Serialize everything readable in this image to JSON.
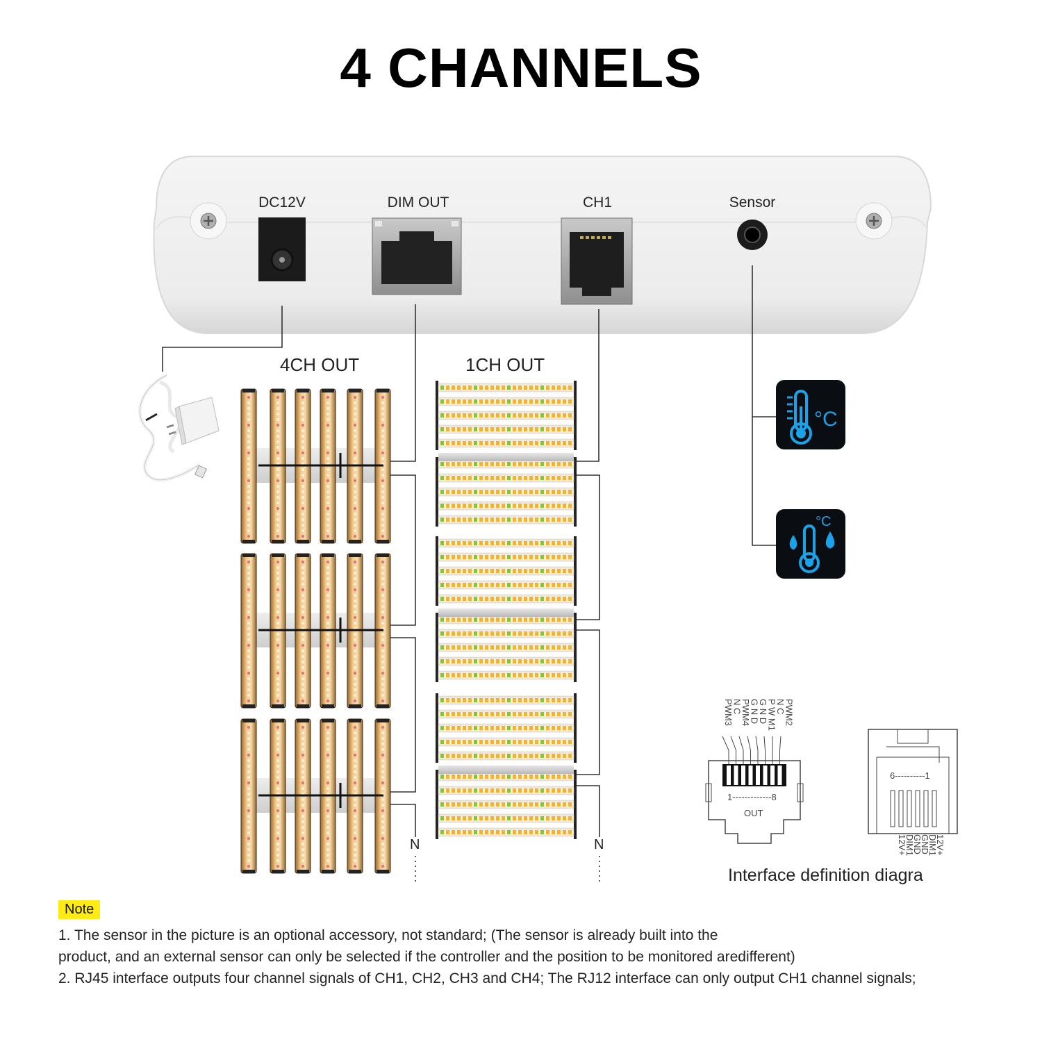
{
  "title": "4 CHANNELS",
  "ports": {
    "dc12v": "DC12V",
    "dim_out": "DIM OUT",
    "ch1": "CH1",
    "sensor": "Sensor"
  },
  "groups": {
    "four_ch": "4CH OUT",
    "one_ch": "1CH OUT",
    "n_label": "N"
  },
  "sensor_icons": {
    "temperature_unit": "°C",
    "humidity_unit": "°C",
    "icon_background": "#0a0d12",
    "icon_accent": "#1aa3e8"
  },
  "rj45": {
    "pin_labels": [
      "PWM3",
      "N C",
      "PWM4",
      "G N D",
      "G N D",
      "P W M1",
      "N C",
      "PWM2"
    ],
    "pin_range": "1-------------8",
    "port_text": "OUT"
  },
  "rj12": {
    "pin_range": "6----------1",
    "pin_labels": [
      "12V+",
      "DIM1",
      "GND",
      "GND",
      "DIM1",
      "12V+"
    ]
  },
  "interface_caption": "Interface definition diagra",
  "note": {
    "badge": "Note",
    "line1": "1. The sensor in the picture is an optional accessory, not standard; (The sensor is already built into the",
    "line2": "product, and an external sensor can only be selected if the controller and the position to be monitored aredifferent)",
    "line3": "2. RJ45 interface outputs four channel signals of CH1, CH2, CH3 and CH4; The RJ12 interface can only output CH1 channel signals;"
  }
}
